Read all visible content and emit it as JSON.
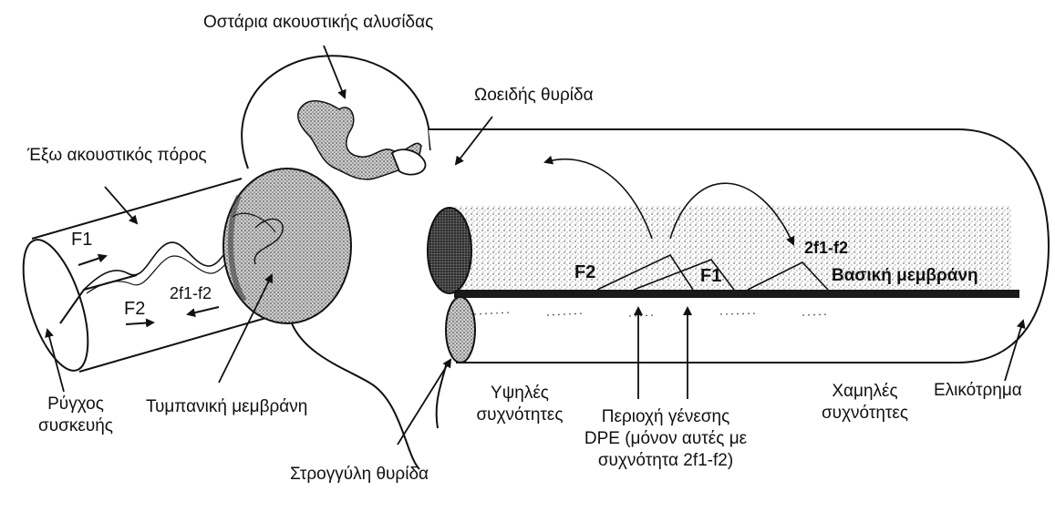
{
  "labels": {
    "ossicles": "Οστάρια ακουστικής αλυσίδας",
    "oval_window": "Ωοειδής θυρίδα",
    "ear_canal": "Έξω ακουστικός πόρος",
    "probe_tip": "Ρύγχος συσκευής",
    "eardrum": "Τυμπανική μεμβράνη",
    "round_window": "Στρογγύλη θυρίδα",
    "high_freq": "Υψηλές συχνότητες",
    "dpe_region": "Περιοχή γένεσης DPE (μόνον αυτές με συχνότητα 2f1-f2)",
    "low_freq": "Χαμηλές συχνότητες",
    "helicotrema": "Ελικότρημα"
  },
  "inner": {
    "f1_canal": "F1",
    "f2_canal": "F2",
    "dp_canal": "2f1-f2",
    "f2_cochlea": "F2",
    "f1_cochlea": "F1",
    "dp_cochlea": "2f1-f2",
    "basilar": "Βασική μεμβράνη"
  },
  "colors": {
    "line": "#111111",
    "stipple": "#8a8a8a",
    "dark": "#2a2a2a"
  }
}
